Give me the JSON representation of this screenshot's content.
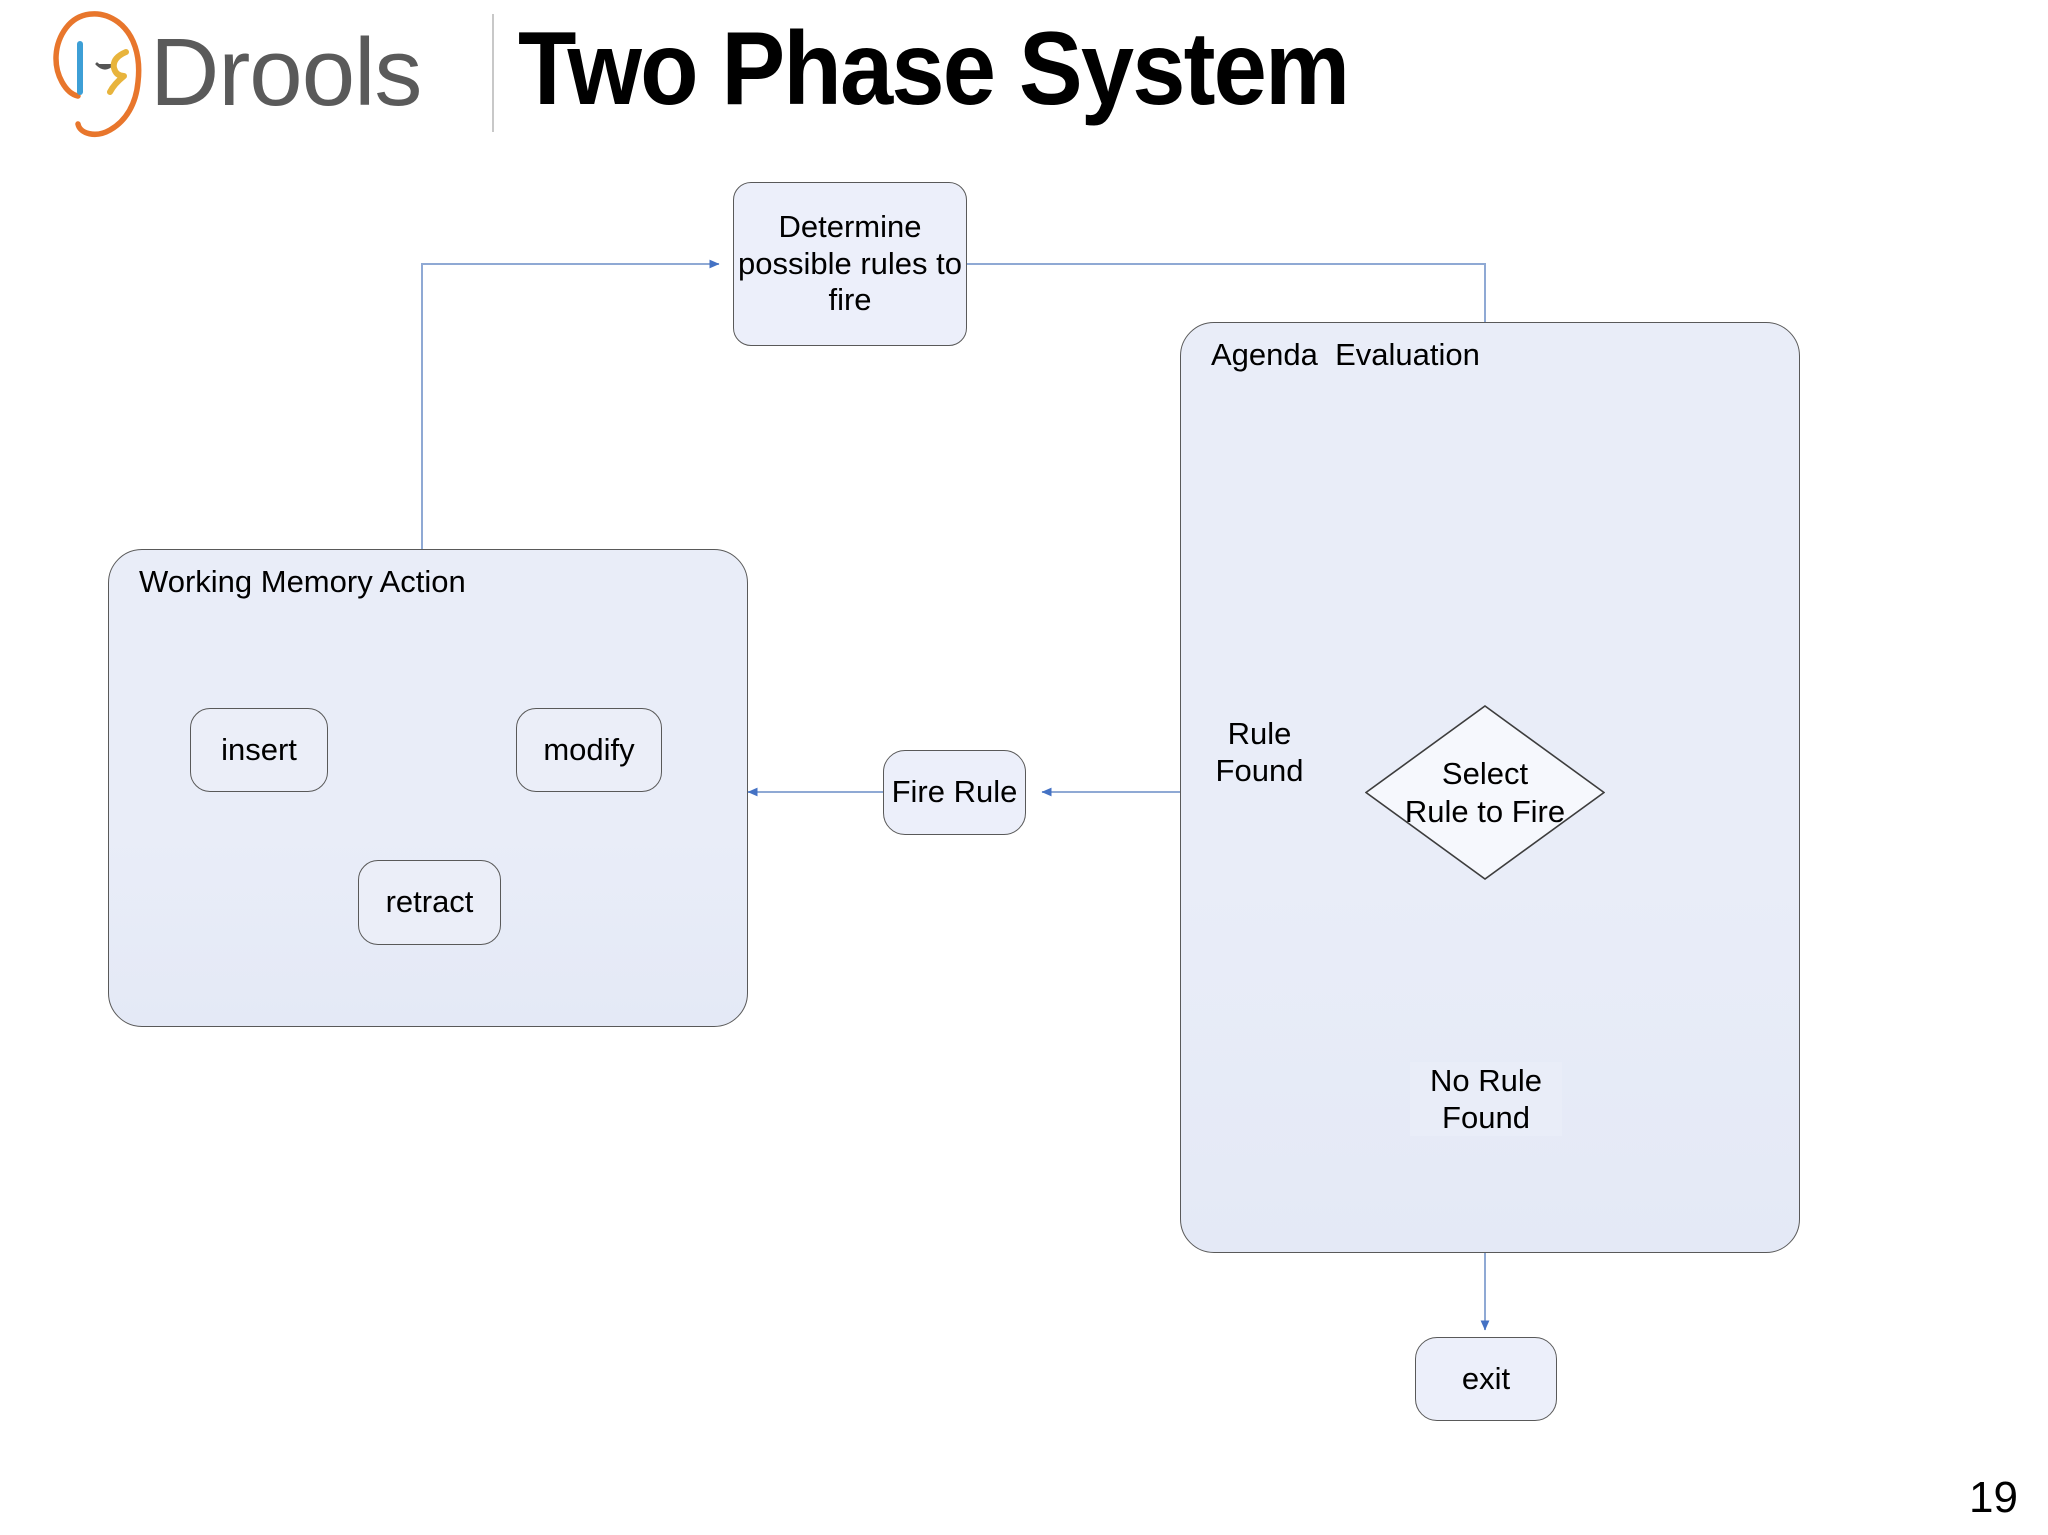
{
  "header": {
    "logo_word": "Drools",
    "logo_icon": "drools-head-profile-logo",
    "title": "Two Phase System"
  },
  "page_number": "19",
  "colors": {
    "node_fill": "#eceffa",
    "group_fill": "#e9edf8",
    "node_border": "#595959",
    "edge_line": "#8fa9d4",
    "arrow_head": "#4472c4",
    "logo_word": "#5a5a5a",
    "logo_orange": "#e8762c",
    "logo_blue": "#3d9fd6",
    "logo_yellow": "#e8b43c",
    "title_text": "#000000"
  },
  "diagram": {
    "type": "flowchart",
    "nodes": [
      {
        "id": "determine",
        "label": "Determine\npossible rules to\nfire",
        "shape": "rounded-rect"
      },
      {
        "id": "agenda-group",
        "label": "Agenda  Evaluation",
        "shape": "group-container"
      },
      {
        "id": "working-memory-group",
        "label": "Working Memory Action",
        "shape": "group-container"
      },
      {
        "id": "insert",
        "label": "insert",
        "shape": "rounded-rect"
      },
      {
        "id": "modify",
        "label": "modify",
        "shape": "rounded-rect"
      },
      {
        "id": "retract",
        "label": "retract",
        "shape": "rounded-rect"
      },
      {
        "id": "fire-rule",
        "label": "Fire Rule",
        "shape": "rounded-rect"
      },
      {
        "id": "select-rule",
        "label": "Select\nRule to Fire",
        "shape": "diamond"
      },
      {
        "id": "exit",
        "label": "exit",
        "shape": "rounded-rect"
      }
    ],
    "edge_labels": [
      {
        "id": "rule-found",
        "label": "Rule\nFound"
      },
      {
        "id": "no-rule-found",
        "label": "No Rule\nFound"
      }
    ],
    "edges": [
      {
        "from": "working-memory-group",
        "to": "determine",
        "label": ""
      },
      {
        "from": "determine",
        "to": "select-rule",
        "label": ""
      },
      {
        "from": "select-rule",
        "to": "fire-rule",
        "label": "Rule Found"
      },
      {
        "from": "fire-rule",
        "to": "working-memory-group",
        "label": ""
      },
      {
        "from": "select-rule",
        "to": "exit",
        "label": "No Rule Found"
      }
    ]
  },
  "nodes": {
    "determine": {
      "line1": "Determine",
      "line2": "possible rules to",
      "line3": "fire"
    },
    "agenda_group_title": "Agenda  Evaluation",
    "working_memory_group_title": "Working Memory Action",
    "insert": "insert",
    "modify": "modify",
    "retract": "retract",
    "fire_rule": "Fire Rule",
    "select_rule": {
      "line1": "Select",
      "line2": "Rule to Fire"
    },
    "exit": "exit",
    "rule_found": "Rule\nFound",
    "no_rule_found": "No Rule\nFound"
  }
}
